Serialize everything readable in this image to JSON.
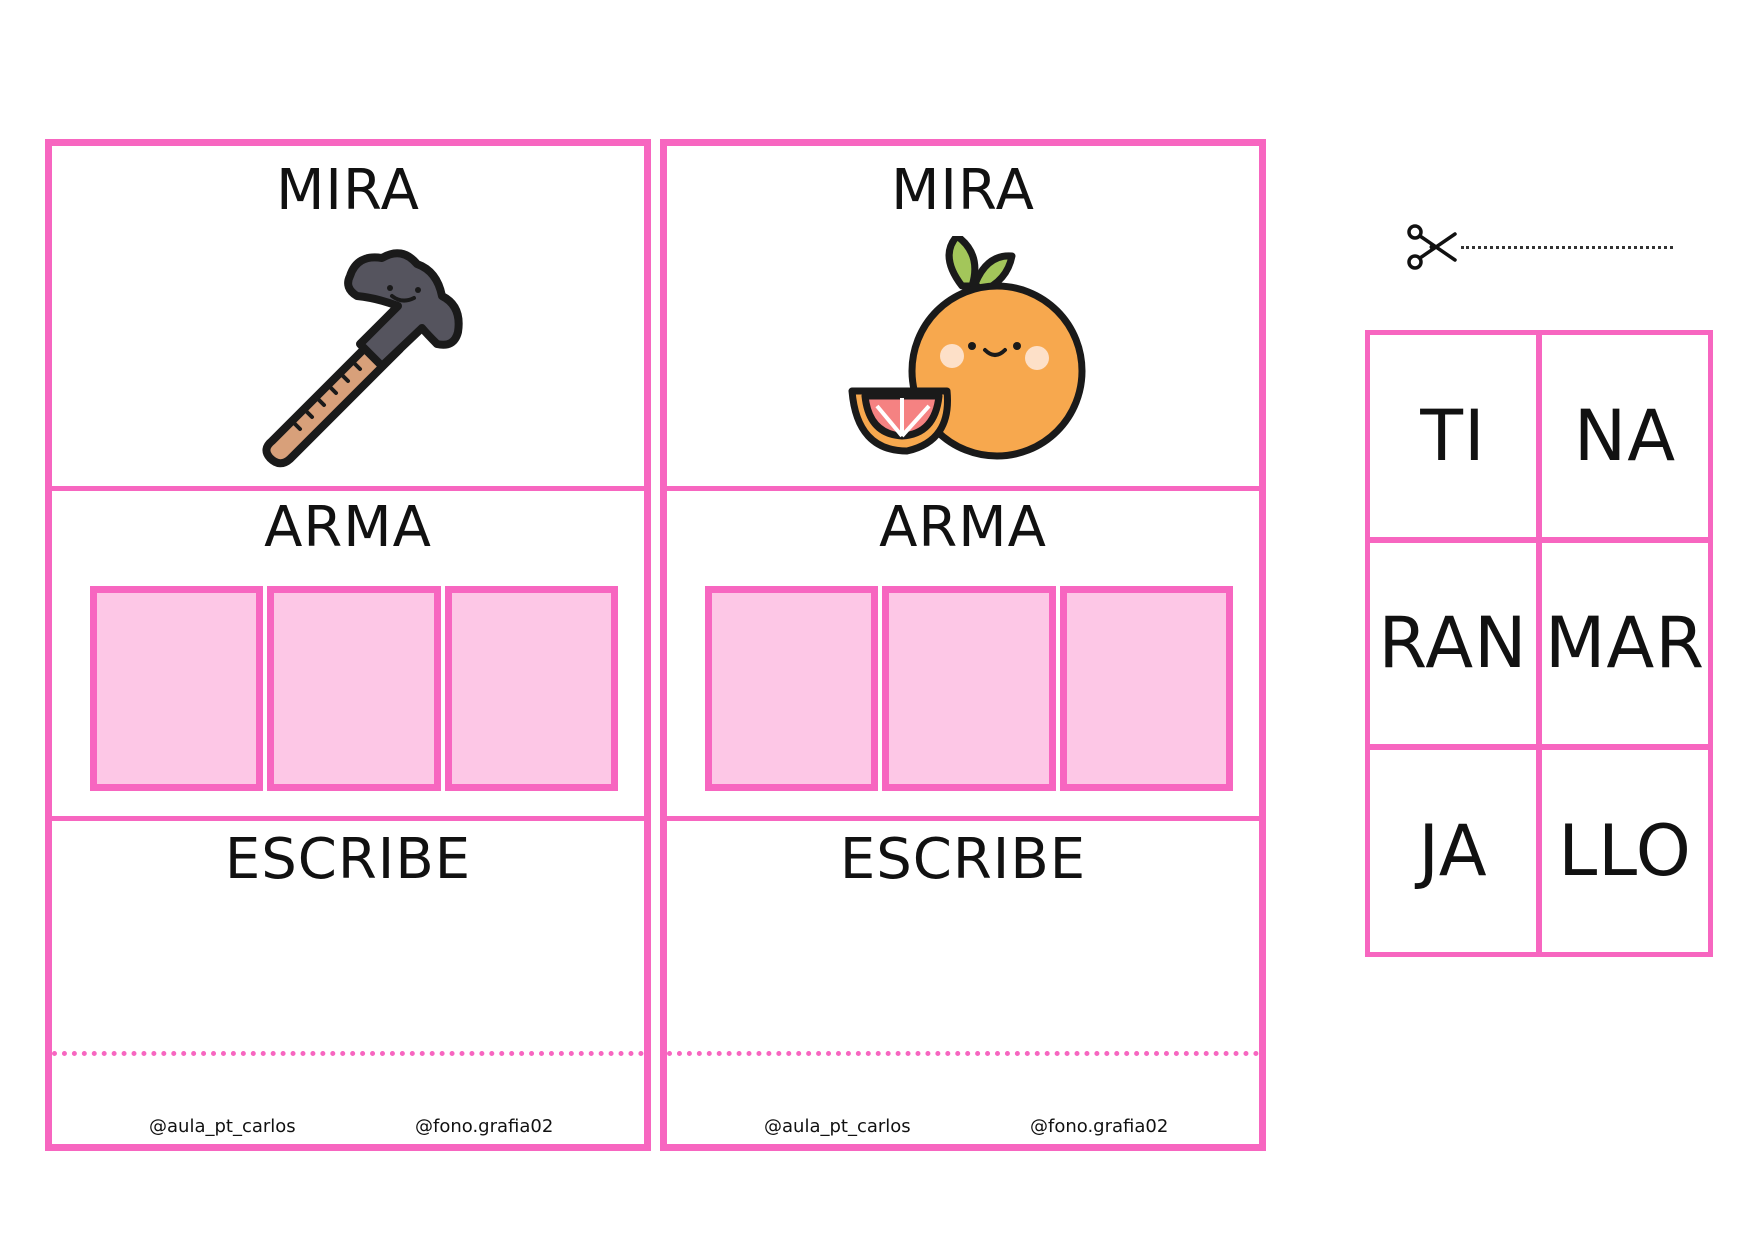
{
  "cards": [
    {
      "mira_label": "MIRA",
      "picture": "hammer-icon",
      "arma_label": "ARMA",
      "slot_count": 3,
      "escribe_label": "ESCRIBE",
      "credit_left": "@aula_pt_carlos",
      "credit_right": "@fono.grafia02"
    },
    {
      "mira_label": "MIRA",
      "picture": "orange-icon",
      "arma_label": "ARMA",
      "slot_count": 3,
      "escribe_label": "ESCRIBE",
      "credit_left": "@aula_pt_carlos",
      "credit_right": "@fono.grafia02"
    }
  ],
  "cutout": {
    "icon": "scissors-icon",
    "syllables": [
      "TI",
      "NA",
      "RAN",
      "MAR",
      "JA",
      "LLO"
    ]
  },
  "colors": {
    "border": "#f766c0",
    "slot_fill": "#fdc7e6",
    "text": "#111111"
  }
}
